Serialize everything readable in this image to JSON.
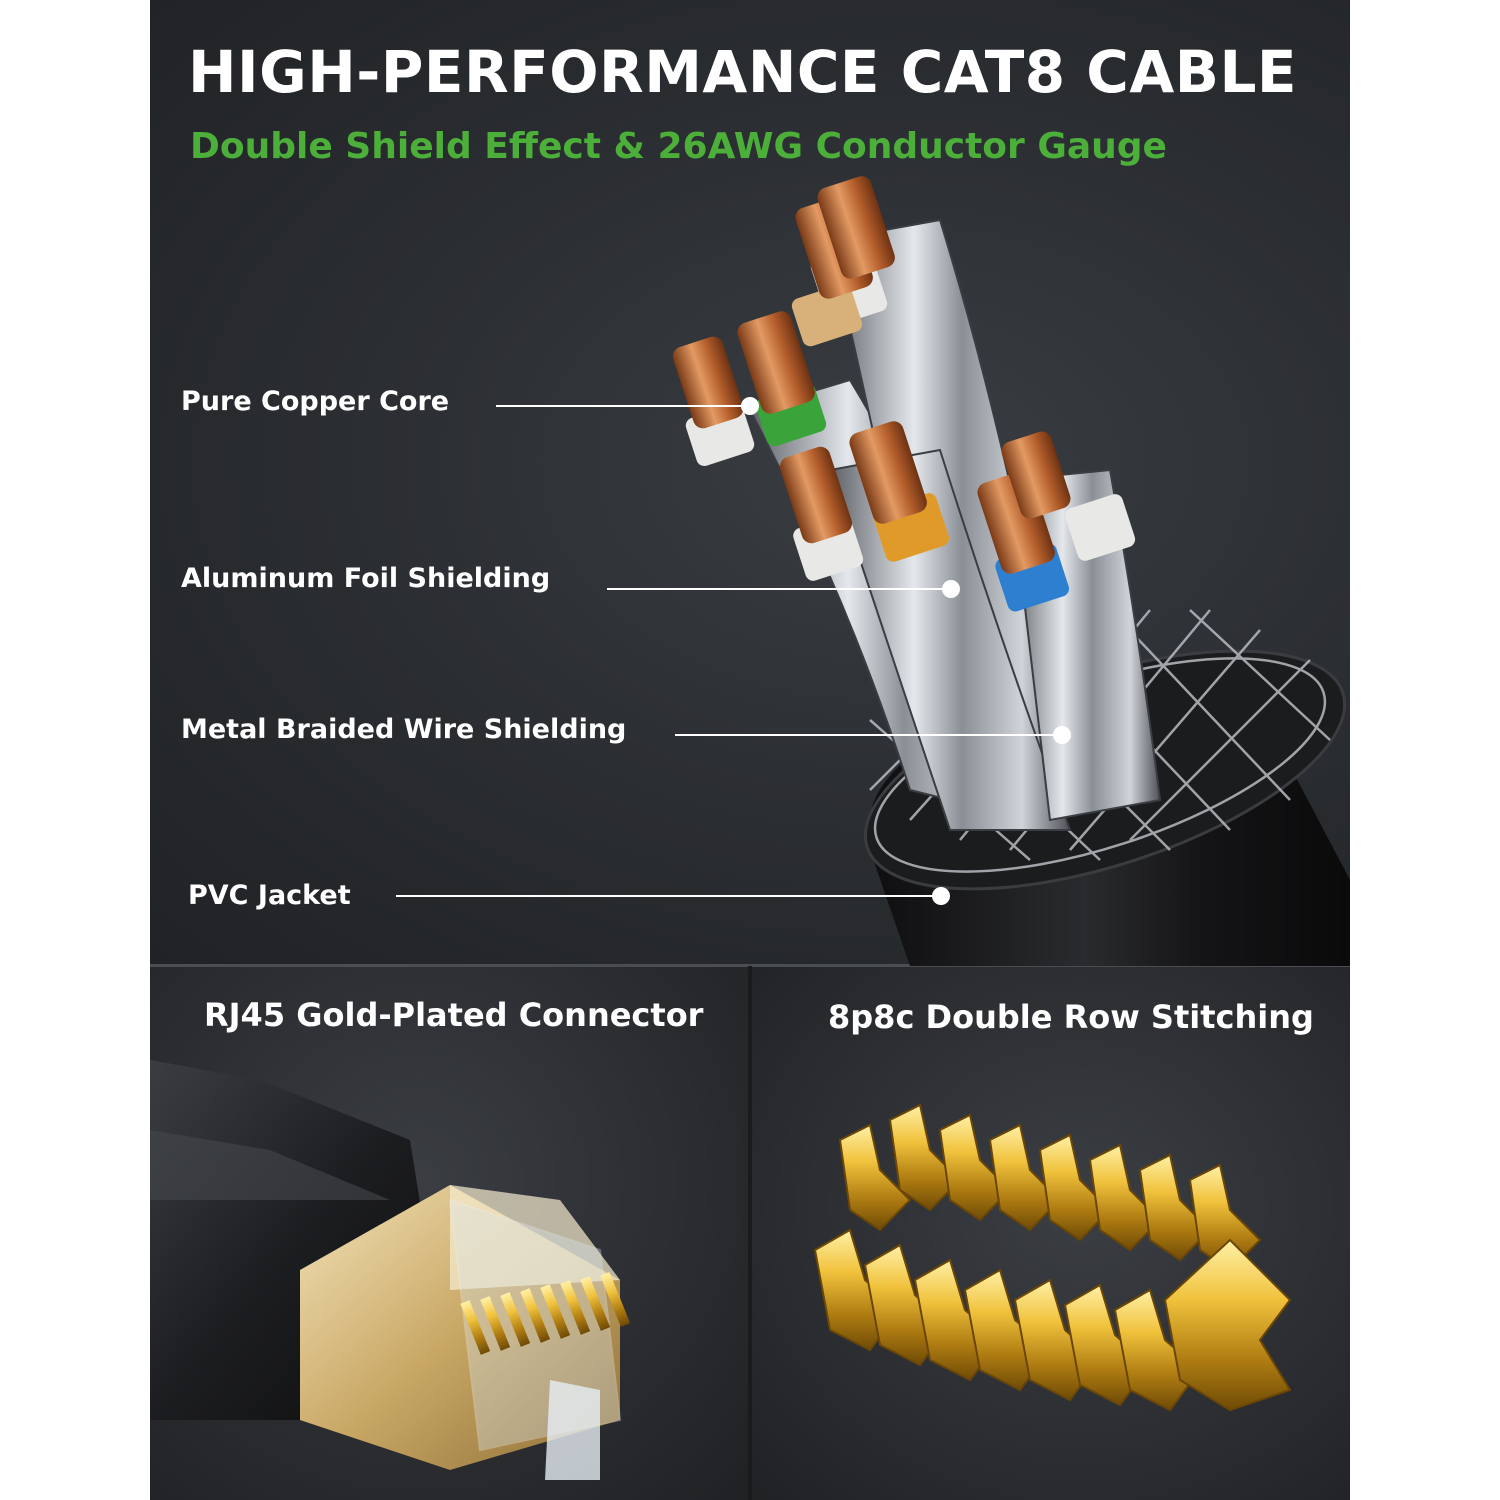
{
  "header": {
    "title": "HIGH-PERFORMANCE CAT8 CABLE",
    "subtitle": "Double Shield Effect & 26AWG Conductor Gauge"
  },
  "callouts": [
    {
      "label": "Pure Copper Core"
    },
    {
      "label": "Aluminum Foil Shielding"
    },
    {
      "label": "Metal Braided Wire Shielding"
    },
    {
      "label": "PVC Jacket"
    }
  ],
  "panels": {
    "left_title": "RJ45 Gold-Plated Connector",
    "right_title": "8p8c Double Row Stitching"
  },
  "colors": {
    "subtitle": "#4caf3a",
    "copper": "#c8733f",
    "gold": "#e2b43a",
    "pair_green": "#3aa33a",
    "pair_orange": "#e09a2a",
    "pair_blue": "#2f7fd0",
    "pair_tan": "#d8b07a"
  }
}
